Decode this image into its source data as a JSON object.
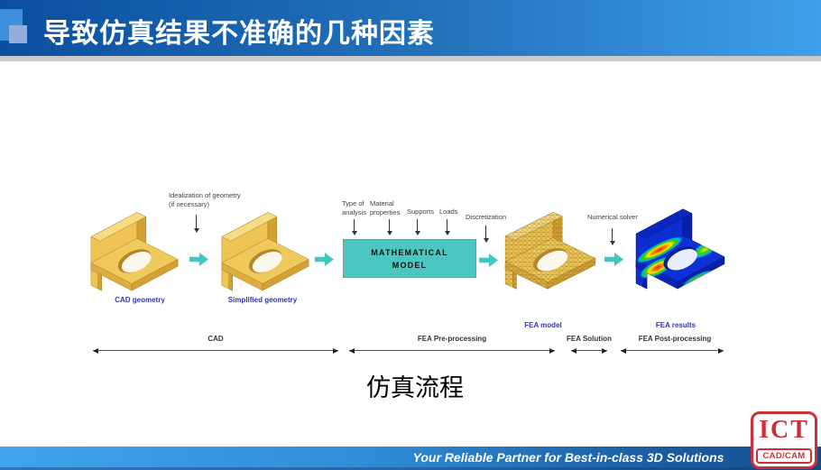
{
  "header": {
    "title": "导致仿真结果不准确的几种因素"
  },
  "diagram": {
    "labels": {
      "cad_geometry": "CAD geometry",
      "simplified_geometry": "Simplified geometry",
      "fea_model": "FEA model",
      "fea_results": "FEA results"
    },
    "annotations": {
      "idealization": "Idealization of geometry\n(if necessary)",
      "type_of_analysis": "Type of\nanalysis",
      "material_properties": "Material\nproperties",
      "supports": "Supports",
      "loads": "Loads",
      "discretization": "Discretization",
      "numerical_solver": "Numerical solver"
    },
    "math_box": {
      "line1": "MATHEMATICAL",
      "line2": "MODEL"
    },
    "phases": [
      {
        "label": "CAD"
      },
      {
        "label": "FEA Pre-processing"
      },
      {
        "label": "FEA Solution"
      },
      {
        "label": "FEA Post-processing"
      }
    ],
    "caption": "仿真流程"
  },
  "footer": {
    "tagline": "Your Reliable Partner for Best-in-class 3D Solutions"
  },
  "logo": {
    "top": "ICT",
    "bottom": "CAD/CAM"
  },
  "colors": {
    "header_gradient_start": "#0b4f9e",
    "header_gradient_end": "#3f9fea",
    "divider_gray": "#c9c9c9",
    "accent_teal": "#3fc7c1",
    "math_box_fill": "#4ac7c0",
    "label_blue": "#3434bd",
    "bracket_yellow": "#eec455",
    "results_blue": "#0c2fd2",
    "footer_gradient_start": "#41a3ee",
    "footer_gradient_end": "#144e8c",
    "logo_red": "#cf2e35"
  }
}
